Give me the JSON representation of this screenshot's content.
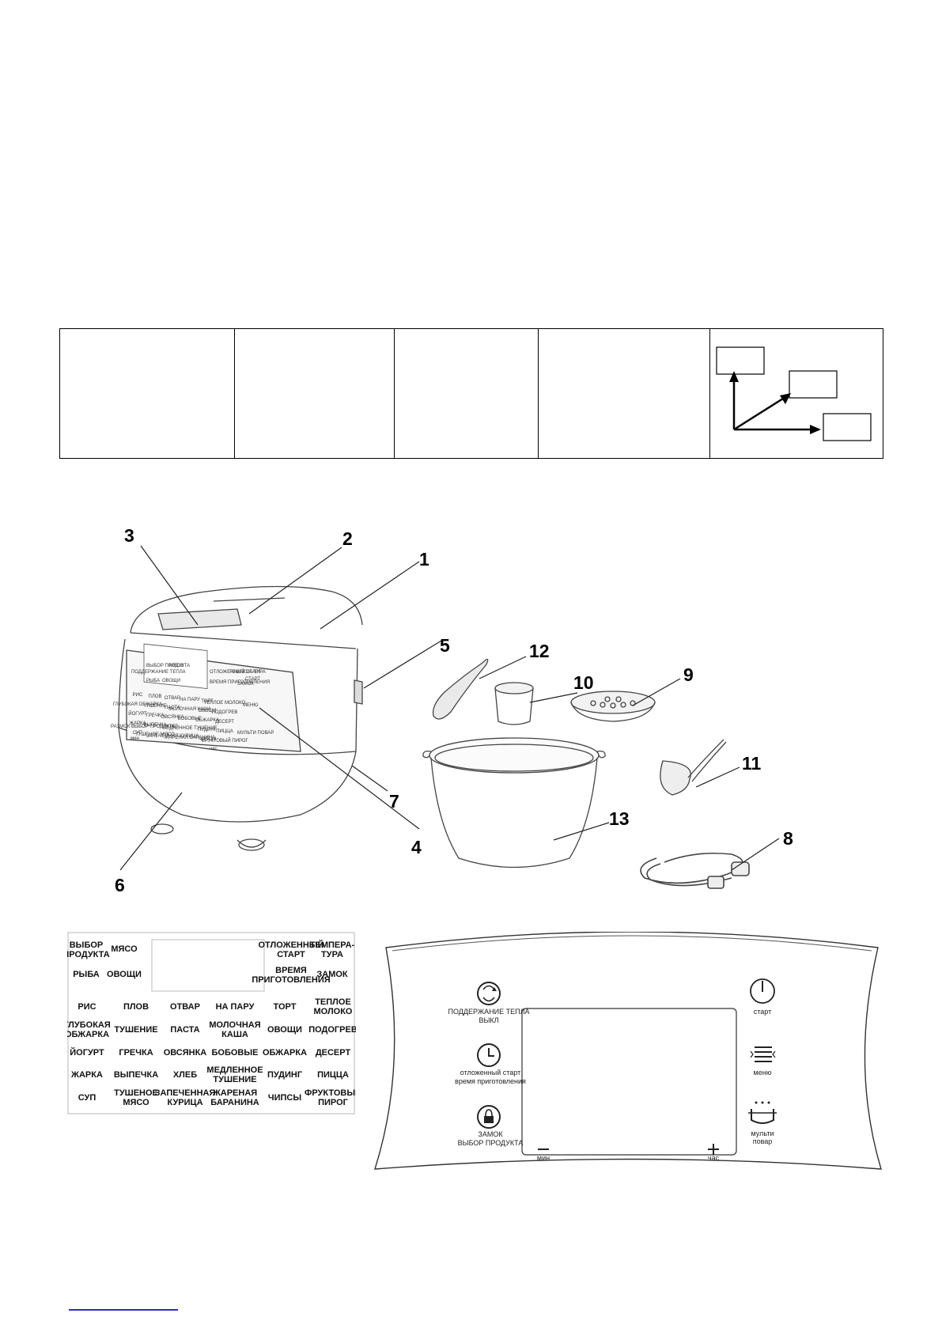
{
  "callouts": [
    "1",
    "2",
    "3",
    "4",
    "5",
    "6",
    "7",
    "8",
    "9",
    "10",
    "11",
    "12",
    "13"
  ],
  "device_panel_small": {
    "row1": [
      "ПОДДЕРЖАНИЕ ТЕПЛА",
      "ВЫБОР ПРОДУКТА",
      "МЯСО",
      "ОТЛОЖЕННЫЙ СТАРТ",
      "ТЕМПЕРА-ТУРА"
    ],
    "row2": [
      "РЫБА",
      "ОВОЩИ",
      "ВРЕМЯ ПРИГОТОВЛЕНИЯ",
      "ЗАМОК"
    ],
    "programs": [
      "РИС",
      "ПЛОВ",
      "ОТВАР",
      "НА ПАРУ",
      "ТОРТ",
      "ТЕПЛОЕ МОЛОКО",
      "ГЛУБОКАЯ ОБЖАРКА",
      "ТУШЕНИЕ",
      "ПАСТА",
      "МОЛОЧНАЯ КАША",
      "ОВОЩИ",
      "ПОДОГРЕВ",
      "ЙОГУРТ",
      "ГРЕЧКА",
      "ОВСЯНКА",
      "БОБОВЫЕ",
      "ОБЖАРКА",
      "ДЕСЕРТ",
      "ЖАРКА",
      "ВЫПЕЧКА",
      "ХЛЕБ",
      "МЕДЛЕННОЕ ТУШЕНИЕ",
      "ПУДИНГ",
      "ПИЦЦА",
      "СУП",
      "ТУШЕНОЕ МЯСО",
      "ЗАПЕЧЕННАЯ КУРИЦА",
      "ЖАРЕНАЯ БАРАНИНА",
      "ЧИПСЫ",
      "ФРУКТОВЫЙ ПИРОГ"
    ],
    "controls": [
      "СТАРТ",
      "МЕНЮ",
      "МУЛЬТИ ПОВАР",
      "РАЗМОК ВЫБОР ПРОДУКТА",
      "мин",
      "час"
    ]
  },
  "program_panel": {
    "header_left": [
      {
        "line1": "ВЫБОР",
        "line2": "ПРОДУКТА"
      },
      {
        "line1": "МЯСО",
        "line2": ""
      },
      {
        "line1": "РЫБА",
        "line2": ""
      },
      {
        "line1": "ОВОЩИ",
        "line2": ""
      }
    ],
    "header_right": [
      {
        "line1": "ОТЛОЖЕННЫЙ",
        "line2": "СТАРТ"
      },
      {
        "line1": "ТЕМПЕРА-",
        "line2": "ТУРА"
      },
      {
        "line1": "ВРЕМЯ",
        "line2": "ПРИГОТОВЛЕНИЯ"
      },
      {
        "line1": "ЗАМОК",
        "line2": ""
      }
    ],
    "grid": [
      [
        {
          "l1": "РИС",
          "l2": ""
        },
        {
          "l1": "ПЛОВ",
          "l2": ""
        },
        {
          "l1": "ОТВАР",
          "l2": ""
        },
        {
          "l1": "НА ПАРУ",
          "l2": ""
        },
        {
          "l1": "ТОРТ",
          "l2": ""
        },
        {
          "l1": "ТЕПЛОЕ",
          "l2": "МОЛОКО"
        }
      ],
      [
        {
          "l1": "ГЛУБОКАЯ",
          "l2": "ОБЖАРКА"
        },
        {
          "l1": "ТУШЕНИЕ",
          "l2": ""
        },
        {
          "l1": "ПАСТА",
          "l2": ""
        },
        {
          "l1": "МОЛОЧНАЯ",
          "l2": "КАША"
        },
        {
          "l1": "ОВОЩИ",
          "l2": ""
        },
        {
          "l1": "ПОДОГРЕВ",
          "l2": ""
        }
      ],
      [
        {
          "l1": "ЙОГУРТ",
          "l2": ""
        },
        {
          "l1": "ГРЕЧКА",
          "l2": ""
        },
        {
          "l1": "ОВСЯНКА",
          "l2": ""
        },
        {
          "l1": "БОБОВЫЕ",
          "l2": ""
        },
        {
          "l1": "ОБЖАРКА",
          "l2": ""
        },
        {
          "l1": "ДЕСЕРТ",
          "l2": ""
        }
      ],
      [
        {
          "l1": "ЖАРКА",
          "l2": ""
        },
        {
          "l1": "ВЫПЕЧКА",
          "l2": ""
        },
        {
          "l1": "ХЛЕБ",
          "l2": ""
        },
        {
          "l1": "МЕДЛЕННОЕ",
          "l2": "ТУШЕНИЕ"
        },
        {
          "l1": "ПУДИНГ",
          "l2": ""
        },
        {
          "l1": "ПИЦЦА",
          "l2": ""
        }
      ],
      [
        {
          "l1": "СУП",
          "l2": ""
        },
        {
          "l1": "ТУШЕНОЕ",
          "l2": "МЯСО"
        },
        {
          "l1": "ЗАПЕЧЕННАЯ",
          "l2": "КУРИЦА"
        },
        {
          "l1": "ЖАРЕНАЯ",
          "l2": "БАРАНИНА"
        },
        {
          "l1": "ЧИПСЫ",
          "l2": ""
        },
        {
          "l1": "ФРУКТОВЫЙ",
          "l2": "ПИРОГ"
        }
      ]
    ]
  },
  "control_panel": {
    "keep_warm": {
      "l1": "ПОДДЕРЖАНИЕ ТЕПЛА",
      "l2": "ВЫКЛ"
    },
    "delay": {
      "l1": "отложенный старт",
      "l2": "время приготовления"
    },
    "lock": {
      "l1": "ЗАМОК",
      "l2": "ВЫБОР ПРОДУКТА"
    },
    "start": "старт",
    "menu": "меню",
    "multicook": {
      "l1": "мульти",
      "l2": "повар"
    },
    "minus_label": "мин",
    "plus_label": "час"
  }
}
